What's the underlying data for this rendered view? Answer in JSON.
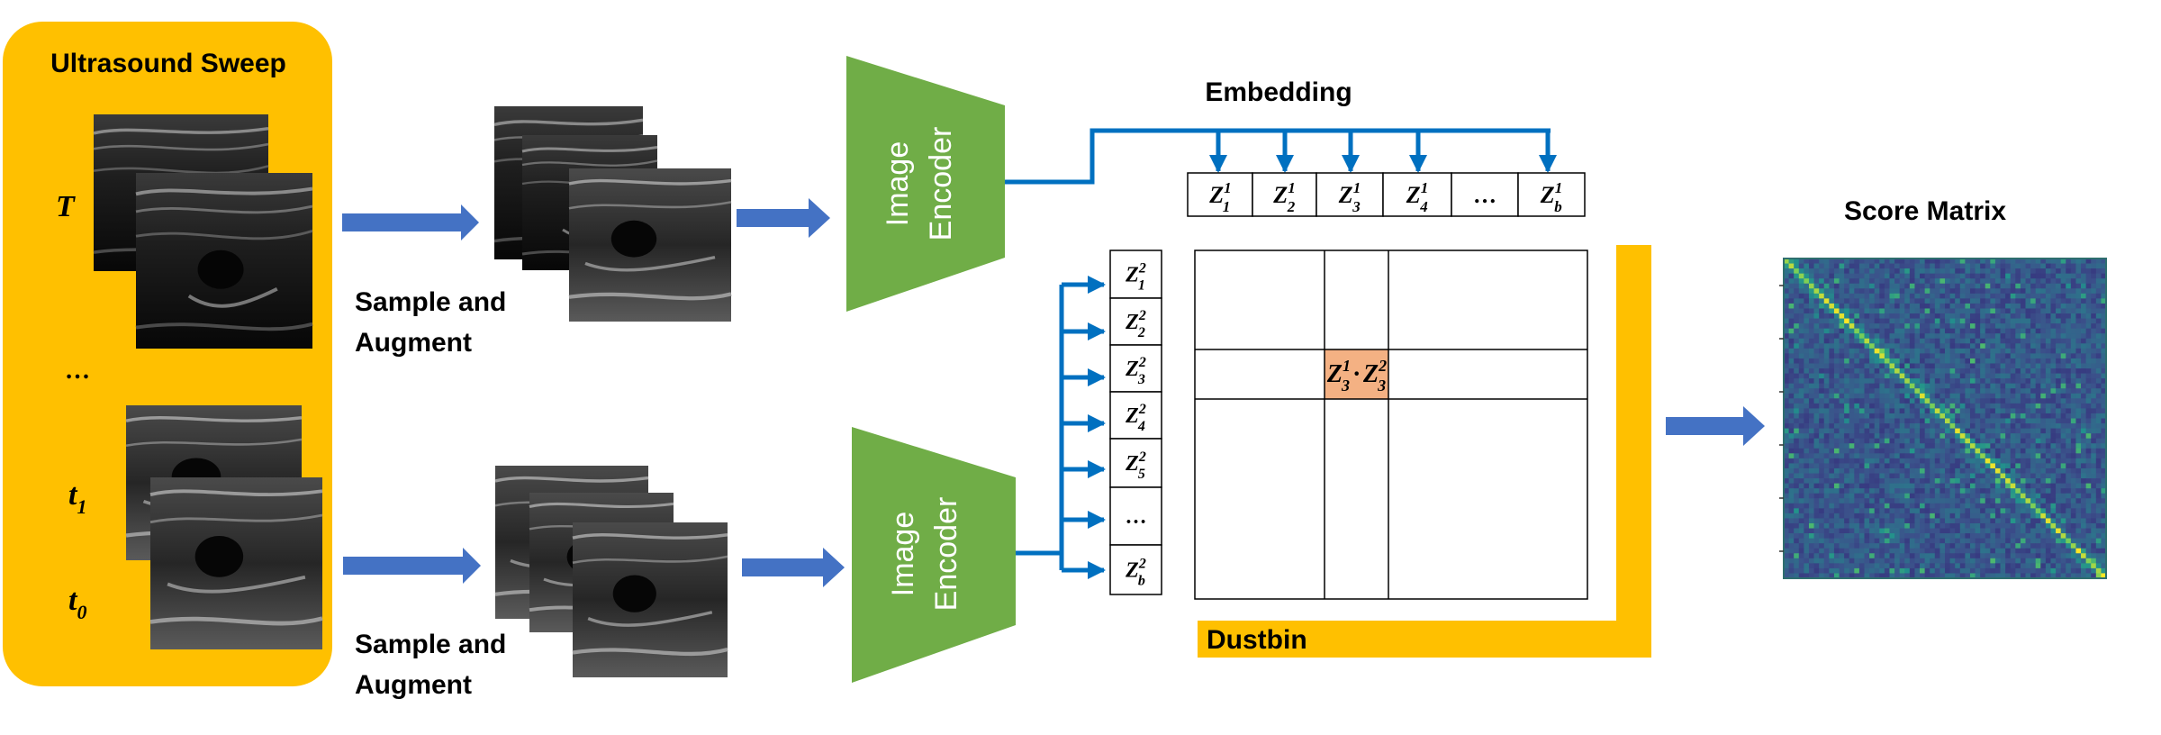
{
  "sweep": {
    "title": "Ultrasound Sweep",
    "labels": {
      "T": "T",
      "dots": "…",
      "t1_base": "t",
      "t1_sub": "1",
      "t0_base": "t",
      "t0_sub": "0"
    }
  },
  "branches": [
    {
      "sample_line1": "Sample and",
      "sample_line2": "Augment",
      "encoder_line1": "Image",
      "encoder_line2": "Encoder"
    },
    {
      "sample_line1": "Sample and",
      "sample_line2": "Augment",
      "encoder_line1": "Image",
      "encoder_line2": "Encoder"
    }
  ],
  "embedding": {
    "title": "Embedding",
    "row": [
      {
        "base": "Z",
        "sup": "1",
        "sub": "1"
      },
      {
        "base": "Z",
        "sup": "1",
        "sub": "2"
      },
      {
        "base": "Z",
        "sup": "1",
        "sub": "3"
      },
      {
        "base": "Z",
        "sup": "1",
        "sub": "4"
      },
      {
        "text": "…"
      },
      {
        "base": "Z",
        "sup": "1",
        "sub": "b"
      }
    ],
    "column": [
      {
        "base": "Z",
        "sup": "2",
        "sub": "1"
      },
      {
        "base": "Z",
        "sup": "2",
        "sub": "2"
      },
      {
        "base": "Z",
        "sup": "2",
        "sub": "3"
      },
      {
        "base": "Z",
        "sup": "2",
        "sub": "4"
      },
      {
        "base": "Z",
        "sup": "2",
        "sub": "5"
      },
      {
        "text": "…"
      },
      {
        "base": "Z",
        "sup": "2",
        "sub": "b"
      }
    ]
  },
  "product_cell": {
    "a": {
      "base": "Z",
      "sup": "1",
      "sub": "3"
    },
    "op": "·",
    "b": {
      "base": "Z",
      "sup": "2",
      "sub": "3"
    }
  },
  "dustbin": {
    "label": "Dustbin"
  },
  "score_matrix": {
    "title": "Score Matrix",
    "size": 64
  },
  "colors": {
    "sweep_bg": "#FFC000",
    "encoder": "#70AD47",
    "arrow": "#4472C4",
    "connector": "#0070C0",
    "highlight": "#F4B183",
    "dustbin": "#FFC000"
  }
}
